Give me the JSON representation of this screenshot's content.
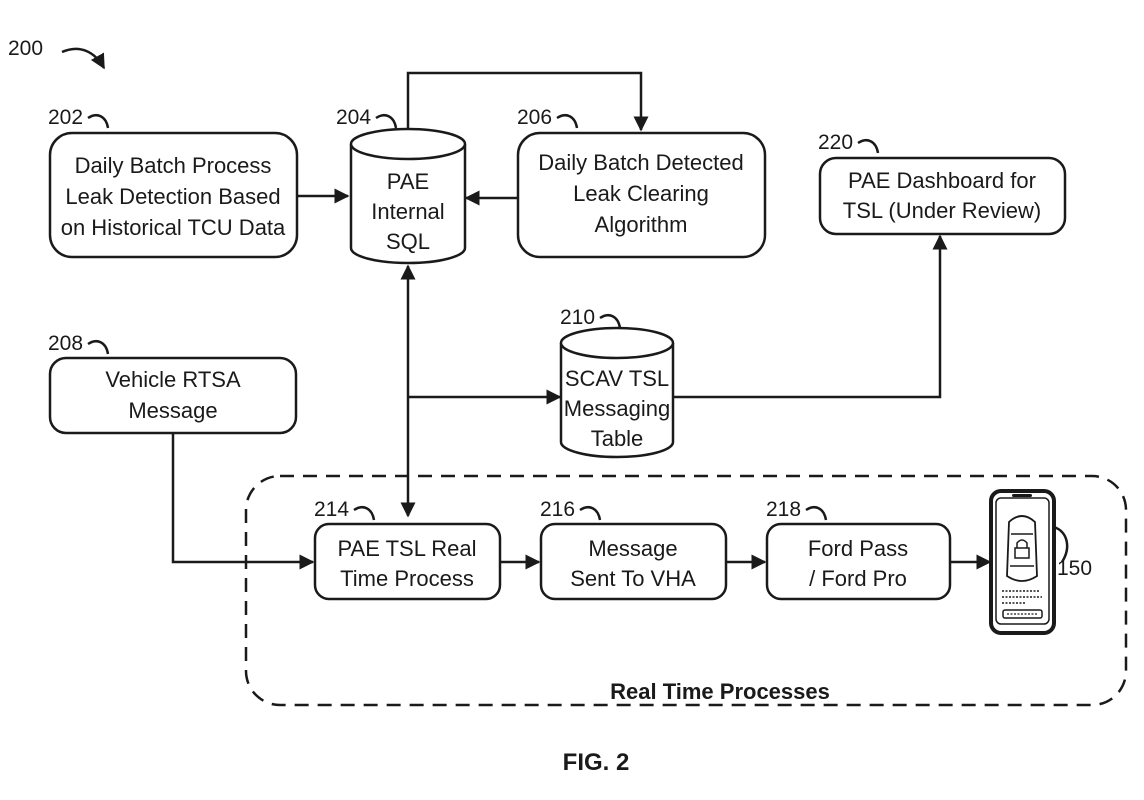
{
  "figure": {
    "ref": "200",
    "caption": "FIG. 2"
  },
  "group": {
    "title": "Real Time Processes"
  },
  "nodes": {
    "daily_batch": {
      "ref": "202",
      "lines": [
        "Daily Batch Process",
        "Leak Detection Based",
        "on Historical TCU Data"
      ]
    },
    "pae_sql": {
      "ref": "204",
      "lines": [
        "PAE",
        "Internal",
        "SQL"
      ]
    },
    "leak_clearing": {
      "ref": "206",
      "lines": [
        "Daily Batch Detected",
        "Leak Clearing",
        "Algorithm"
      ]
    },
    "dashboard": {
      "ref": "220",
      "lines": [
        "PAE Dashboard for",
        "TSL (Under Review)"
      ]
    },
    "rtsa": {
      "ref": "208",
      "lines": [
        "Vehicle RTSA",
        "Message"
      ]
    },
    "scav_table": {
      "ref": "210",
      "lines": [
        "SCAV TSL",
        "Messaging",
        "Table"
      ]
    },
    "tsl_process": {
      "ref": "214",
      "lines": [
        "PAE TSL Real",
        "Time Process"
      ]
    },
    "vha_message": {
      "ref": "216",
      "lines": [
        "Message",
        "Sent To VHA"
      ]
    },
    "ford_pass": {
      "ref": "218",
      "lines": [
        "Ford Pass",
        "/ Ford Pro"
      ]
    },
    "phone": {
      "ref": "150",
      "icon": "phone-icon"
    }
  }
}
